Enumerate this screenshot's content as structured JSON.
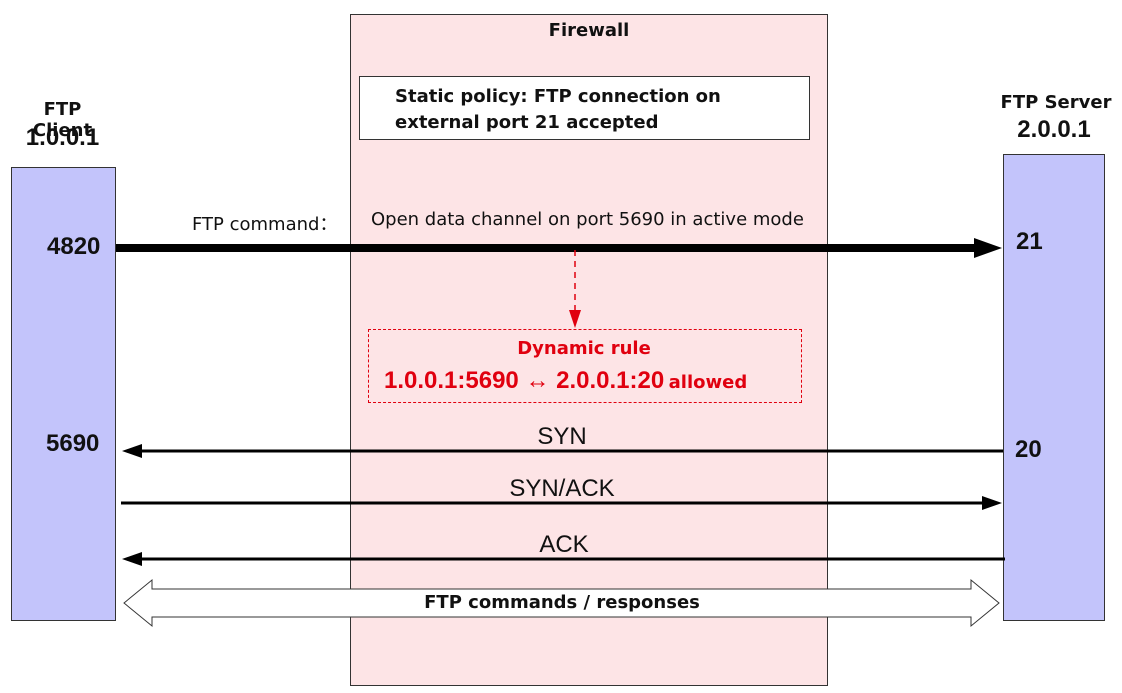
{
  "firewall": {
    "title": "Firewall",
    "static_policy": "Static policy: FTP connection on external port 21 accepted"
  },
  "client": {
    "name": "FTP Client",
    "ip": "1.0.0.1",
    "port_command": "4820",
    "port_data": "5690"
  },
  "server": {
    "name": "FTP Server",
    "ip": "2.0.0.1",
    "port_command": "21",
    "port_data": "20"
  },
  "command": {
    "label": "FTP command：",
    "text": "Open data channel on port 5690 in active mode"
  },
  "dynamic_rule": {
    "title": "Dynamic rule",
    "rule": "1.0.0.1:5690 ↔ 2.0.0.1:20",
    "status": "allowed"
  },
  "messages": {
    "syn": "SYN",
    "syn_ack": "SYN/ACK",
    "ack": "ACK"
  },
  "bidirectional": {
    "label": "FTP commands / responses"
  },
  "colors": {
    "firewall_fill": "#fde4e6",
    "host_fill": "#c3c4fb",
    "rule_red": "#e0000f"
  }
}
